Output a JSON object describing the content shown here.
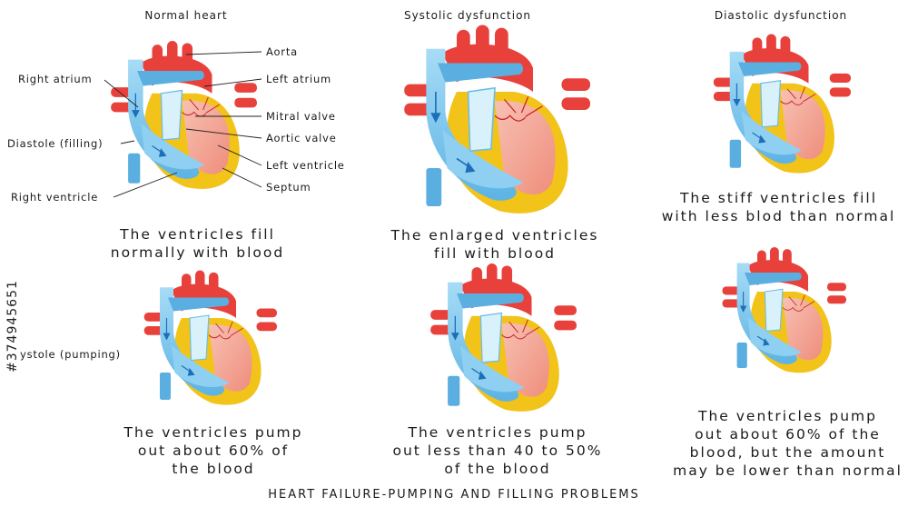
{
  "titles": {
    "normal": "Normal heart",
    "systolic": "Systolic dysfunction",
    "diastolic": "Diastolic dysfunction"
  },
  "labels": {
    "aorta": "Aorta",
    "left_atrium": "Left atrium",
    "right_atrium": "Right atrium",
    "mitral_valve": "Mitral valve",
    "aortic_valve": "Aortic valve",
    "diastole": "Diastole (filling)",
    "left_ventricle": "Left ventricle",
    "septum": "Septum",
    "right_ventricle": "Right ventricle",
    "systole": "ystole (pumping)"
  },
  "captions": {
    "normal_fill": [
      "The ventricles fill",
      "normally with blood"
    ],
    "systolic_fill": [
      "The enlarged ventricles",
      "fill with blood"
    ],
    "diastolic_fill": [
      "The stiff ventricles fill",
      "with less blod than normal"
    ],
    "normal_pump": [
      "The ventricles pump",
      "out about 60% of",
      "the blood"
    ],
    "systolic_pump": [
      "The ventricles pump",
      "out less than 40 to 50%",
      "of the blood"
    ],
    "diastolic_pump": [
      "The ventricles pump",
      "out about 60% of the",
      "blood, but the amount",
      "may be lower than normal"
    ]
  },
  "footer": "HEART FAILURE-PUMPING AND FILLING PROBLEMS",
  "stock_id": "#374945651",
  "colors": {
    "aorta_red": "#e8413c",
    "vessel_blue": "#5aaee0",
    "chamber_blue": "#8fd0f2",
    "wall_yellow": "#f2c318",
    "left_pink": "#f4a99a",
    "arrow_blue": "#1d6fb8",
    "arrow_red": "#c6252b"
  }
}
